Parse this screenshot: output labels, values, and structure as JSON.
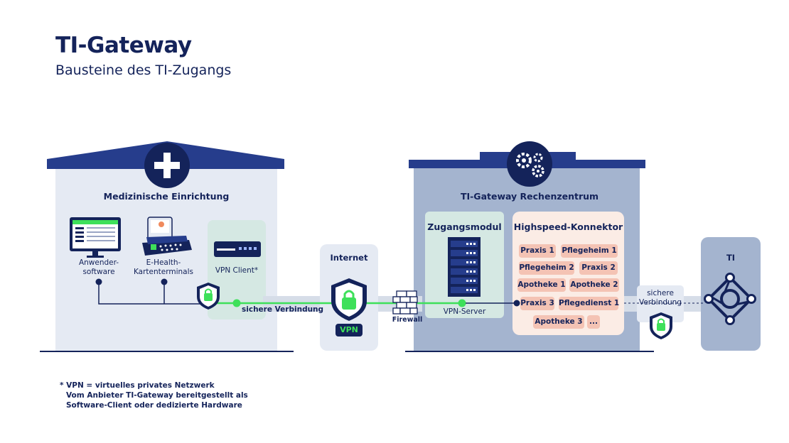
{
  "header": {
    "title": "TI-Gateway",
    "subtitle": "Bausteine des TI-Zugangs"
  },
  "medical": {
    "title": "Medizinische Einrichtung",
    "anwender_label": "Anwender-\nsoftware",
    "terminal_label": "E-Health-\nKartenterminals",
    "vpn_client_label": "VPN Client*"
  },
  "connection": {
    "secure_label": "sichere Verbindung"
  },
  "internet": {
    "title": "Internet",
    "vpn_badge": "VPN"
  },
  "firewall_label": "Firewall",
  "datacenter": {
    "title": "TI-Gateway Rechenzentrum",
    "zugangsmodul": {
      "title": "Zugangsmodul",
      "server_label": "VPN-Server"
    },
    "konnektor": {
      "title": "Highspeed-Konnektor",
      "tenants": [
        "Praxis 1",
        "Pflegeheim 1",
        "Pflegeheim 2",
        "Praxis 2",
        "Apotheke 1",
        "Apotheke 2",
        "Praxis 3",
        "Pflegedienst 1",
        "Apotheke 3",
        "..."
      ]
    }
  },
  "secure_connection_right": "sichere\nVerbindung",
  "ti": {
    "title": "TI"
  },
  "footnote": {
    "line1": "* VPN = virtuelles privates Netzwerk",
    "line2": "Vom Anbieter TI-Gateway bereitgestellt als",
    "line3": "Software-Client oder dedizierte Hardware"
  },
  "colors": {
    "navy": "#14235a",
    "green": "#3ee05a",
    "house_bg": "#e5eaf3",
    "datacenter_bg": "#a4b4cf",
    "zugangsmodul_bg": "#d5e8e3",
    "konnektor_bg": "#fbece5",
    "pill_bg": "#f4c3b4",
    "ti_bg": "#a4b4cf"
  }
}
